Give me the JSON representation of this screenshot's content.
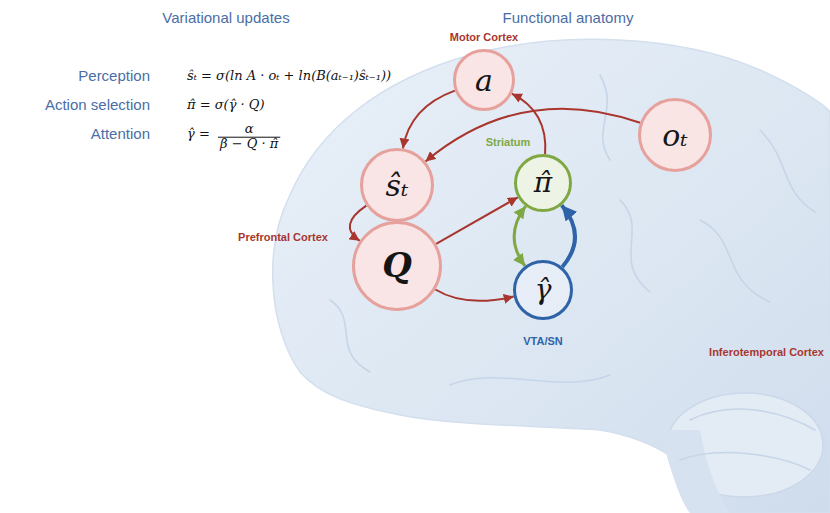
{
  "diagram": {
    "nodes": [
      {
        "text": [
          "a"
        ]
      },
      {
        "text": [
          "oₜ"
        ]
      },
      {
        "text": [
          "ŝₜ"
        ]
      },
      {
        "text": [
          "π̂"
        ]
      },
      {
        "text": [
          "Q"
        ]
      },
      {
        "text": [
          "γ̂"
        ]
      }
    ],
    "edges": [
      {
        "from": 0,
        "to": 2,
        "arrow": "to"
      },
      {
        "from": 3,
        "to": 0,
        "arrow": "to"
      },
      {
        "from": 1,
        "to": 2,
        "arrow": "to"
      },
      {
        "from": 2,
        "to": 4,
        "arrow": "to"
      },
      {
        "from": 4,
        "to": 3,
        "arrow": "to"
      },
      {
        "from": 4,
        "to": 5,
        "arrow": "to"
      },
      {
        "from": 3,
        "to": 5,
        "arrow": "both"
      },
      {
        "from": 5,
        "to": 3,
        "arrow": "to"
      }
    ],
    "labels": [
      "Variational updates",
      "Functional anatomy",
      "Perception",
      "Action selection",
      "Attention",
      "ŝₜ = σ(ln A · oₜ + ln(B(aₜ₋₁)ŝₜ₋₁))",
      "π̂ = σ(γ̂ · Q)",
      "γ̂ =",
      "α",
      "β − Q · π̂",
      "Motor Cortex",
      "Striatum",
      "Prefrontal Cortex",
      "VTA/SN",
      "Inferotemporal Cortex"
    ]
  }
}
